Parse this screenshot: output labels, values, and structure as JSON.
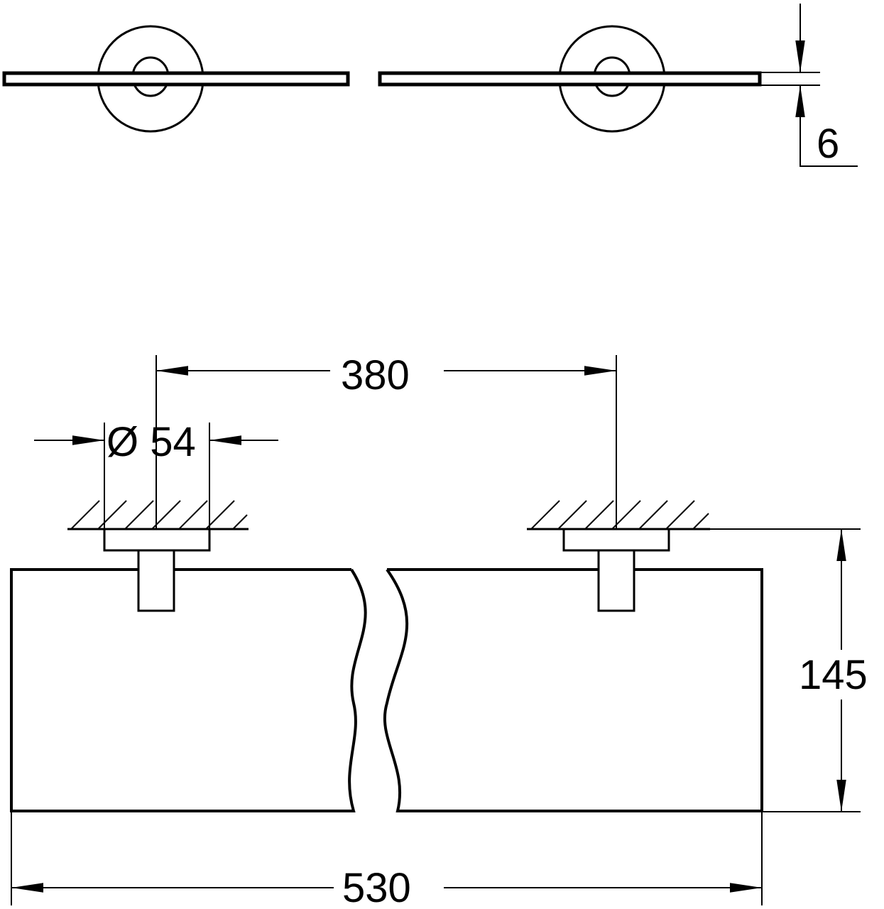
{
  "dimensions": {
    "thickness": "6",
    "mount_spacing": "380",
    "flange_diameter": "Ø 54",
    "depth": "145",
    "length": "530"
  },
  "colors": {
    "line": "#000000",
    "background": "#ffffff"
  }
}
